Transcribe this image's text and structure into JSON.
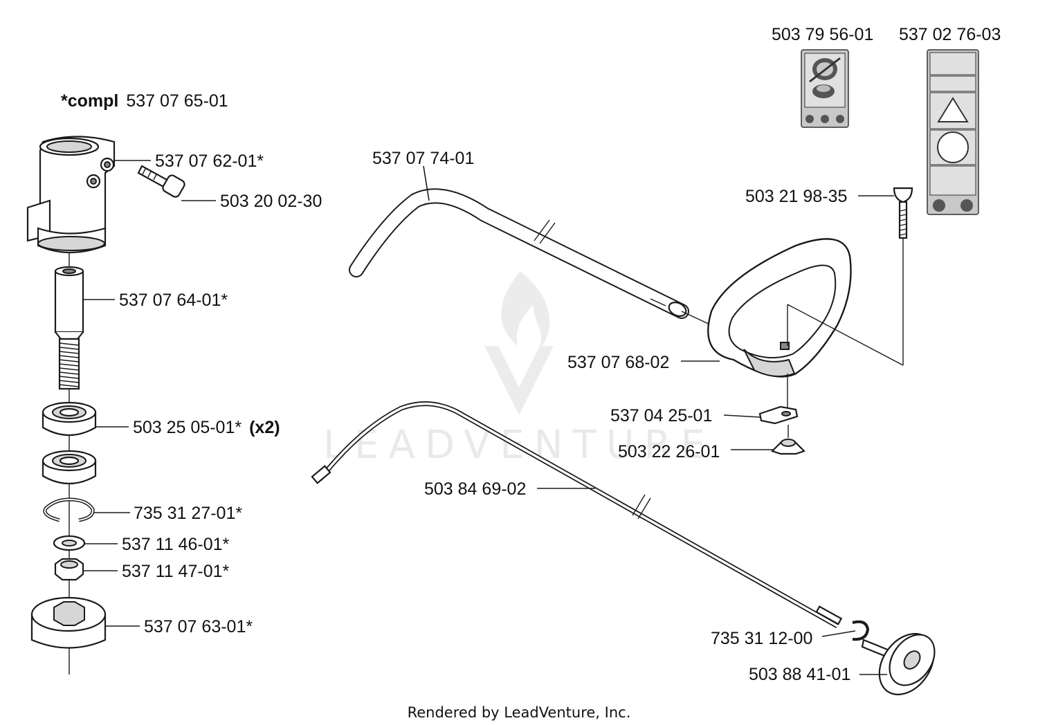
{
  "header_label": {
    "prefix": "*compl",
    "number": "537 07 65-01"
  },
  "part_labels": {
    "p_537076201": "537 07 62-01*",
    "p_503200230": "503 20 02-30",
    "p_537076401": "537 07 64-01*",
    "p_503250501": "503 25 05-01*",
    "p_503250501_qty": "(x2)",
    "p_735312701": "735 31 27-01*",
    "p_537114601": "537 11 46-01*",
    "p_537114701": "537 11 47-01*",
    "p_537076301": "537 07 63-01*",
    "p_537077401": "537 07 74-01",
    "p_537076802": "537 07 68-02",
    "p_537042501": "537 04 25-01",
    "p_503222601": "503 22 26-01",
    "p_503846902": "503 84 69-02",
    "p_735311200": "735 31 12-00",
    "p_503884101": "503 88 41-01",
    "p_503219835": "503 21 98-35",
    "p_503795601": "503 79 56-01",
    "p_537027603": "537 02 76-03"
  },
  "watermark": "LEADVENTURE",
  "footer": "Rendered by LeadVenture, Inc."
}
